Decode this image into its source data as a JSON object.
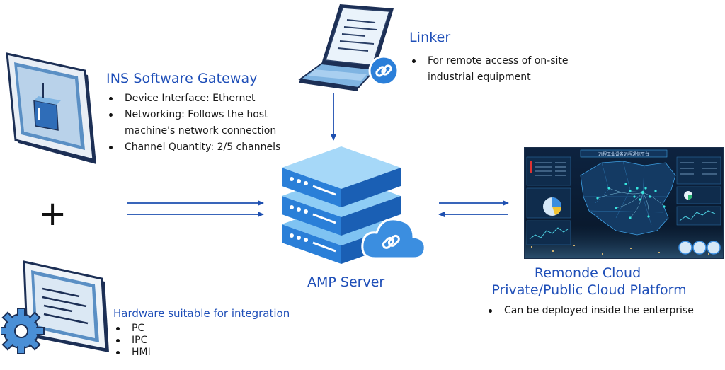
{
  "linker": {
    "title": "Linker",
    "bullets": [
      "For remote access of on-site industrial equipment"
    ]
  },
  "gateway": {
    "title": "INS Software Gateway",
    "bullets": [
      "Device Interface: Ethernet",
      "Networking: Follows the host machine's network connection",
      "Channel Quantity: 2/5 channels"
    ]
  },
  "plus": "+",
  "hardware": {
    "title": "Hardware suitable for integration",
    "bullets": [
      "PC",
      "IPC",
      "HMI"
    ]
  },
  "server": {
    "label": "AMP Server"
  },
  "cloud": {
    "title_line1": "Remonde Cloud",
    "title_line2": "Private/Public Cloud Platform",
    "bullets": [
      "Can be deployed inside the enterprise"
    ]
  },
  "dashboard": {
    "title": "远程工业设备远程通信平台"
  },
  "colors": {
    "accent": "#1f4fb8",
    "arrow": "#1d4fb0",
    "server_top": "#7fc3f2",
    "server_front": "#1f6fd0",
    "dashboard_bg": "#0b1c33"
  }
}
